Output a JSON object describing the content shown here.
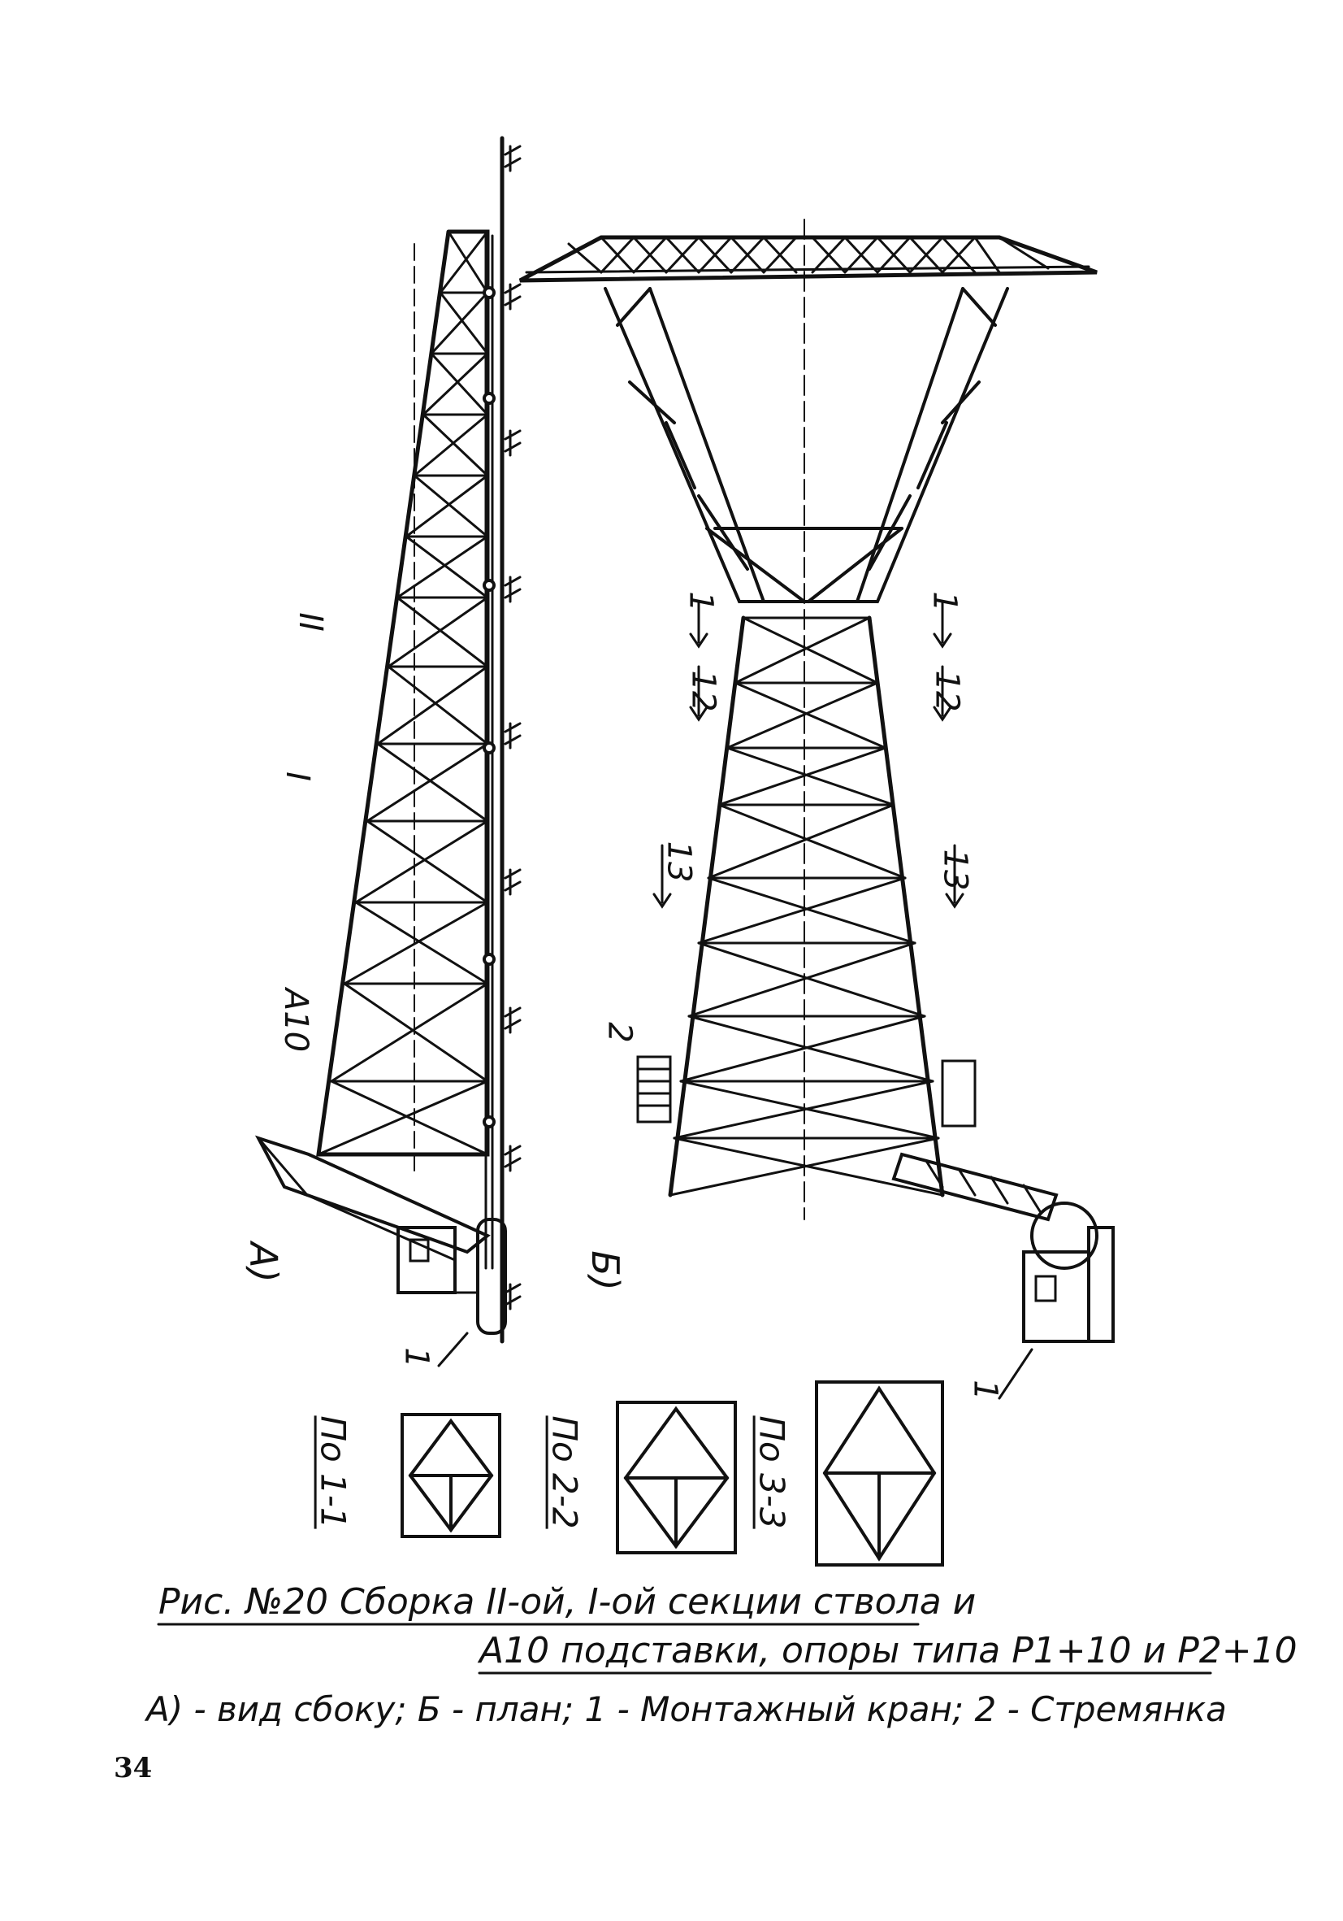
{
  "labels": {
    "view_a": "А)",
    "view_b": "Б)",
    "sec_1": "1",
    "sec_2": "12",
    "sec_3": "13",
    "ladder": "2",
    "crane_a": "1",
    "crane_b": "1",
    "section_I": "I",
    "section_II": "II",
    "a10": "А10",
    "cut_11": "По 1-1",
    "cut_22": "По 2-2",
    "cut_33": "По 3-3"
  },
  "caption": {
    "line1": "Рис. №20 Сборка II-ой, I-ой секции ствола и",
    "line2": "А10 подставки, опоры типа Р1+10 и Р2+10",
    "line3": "А) - вид сбоку; Б - план; 1 - Монтажный кран; 2 - Стремянка"
  },
  "page_number": "34"
}
